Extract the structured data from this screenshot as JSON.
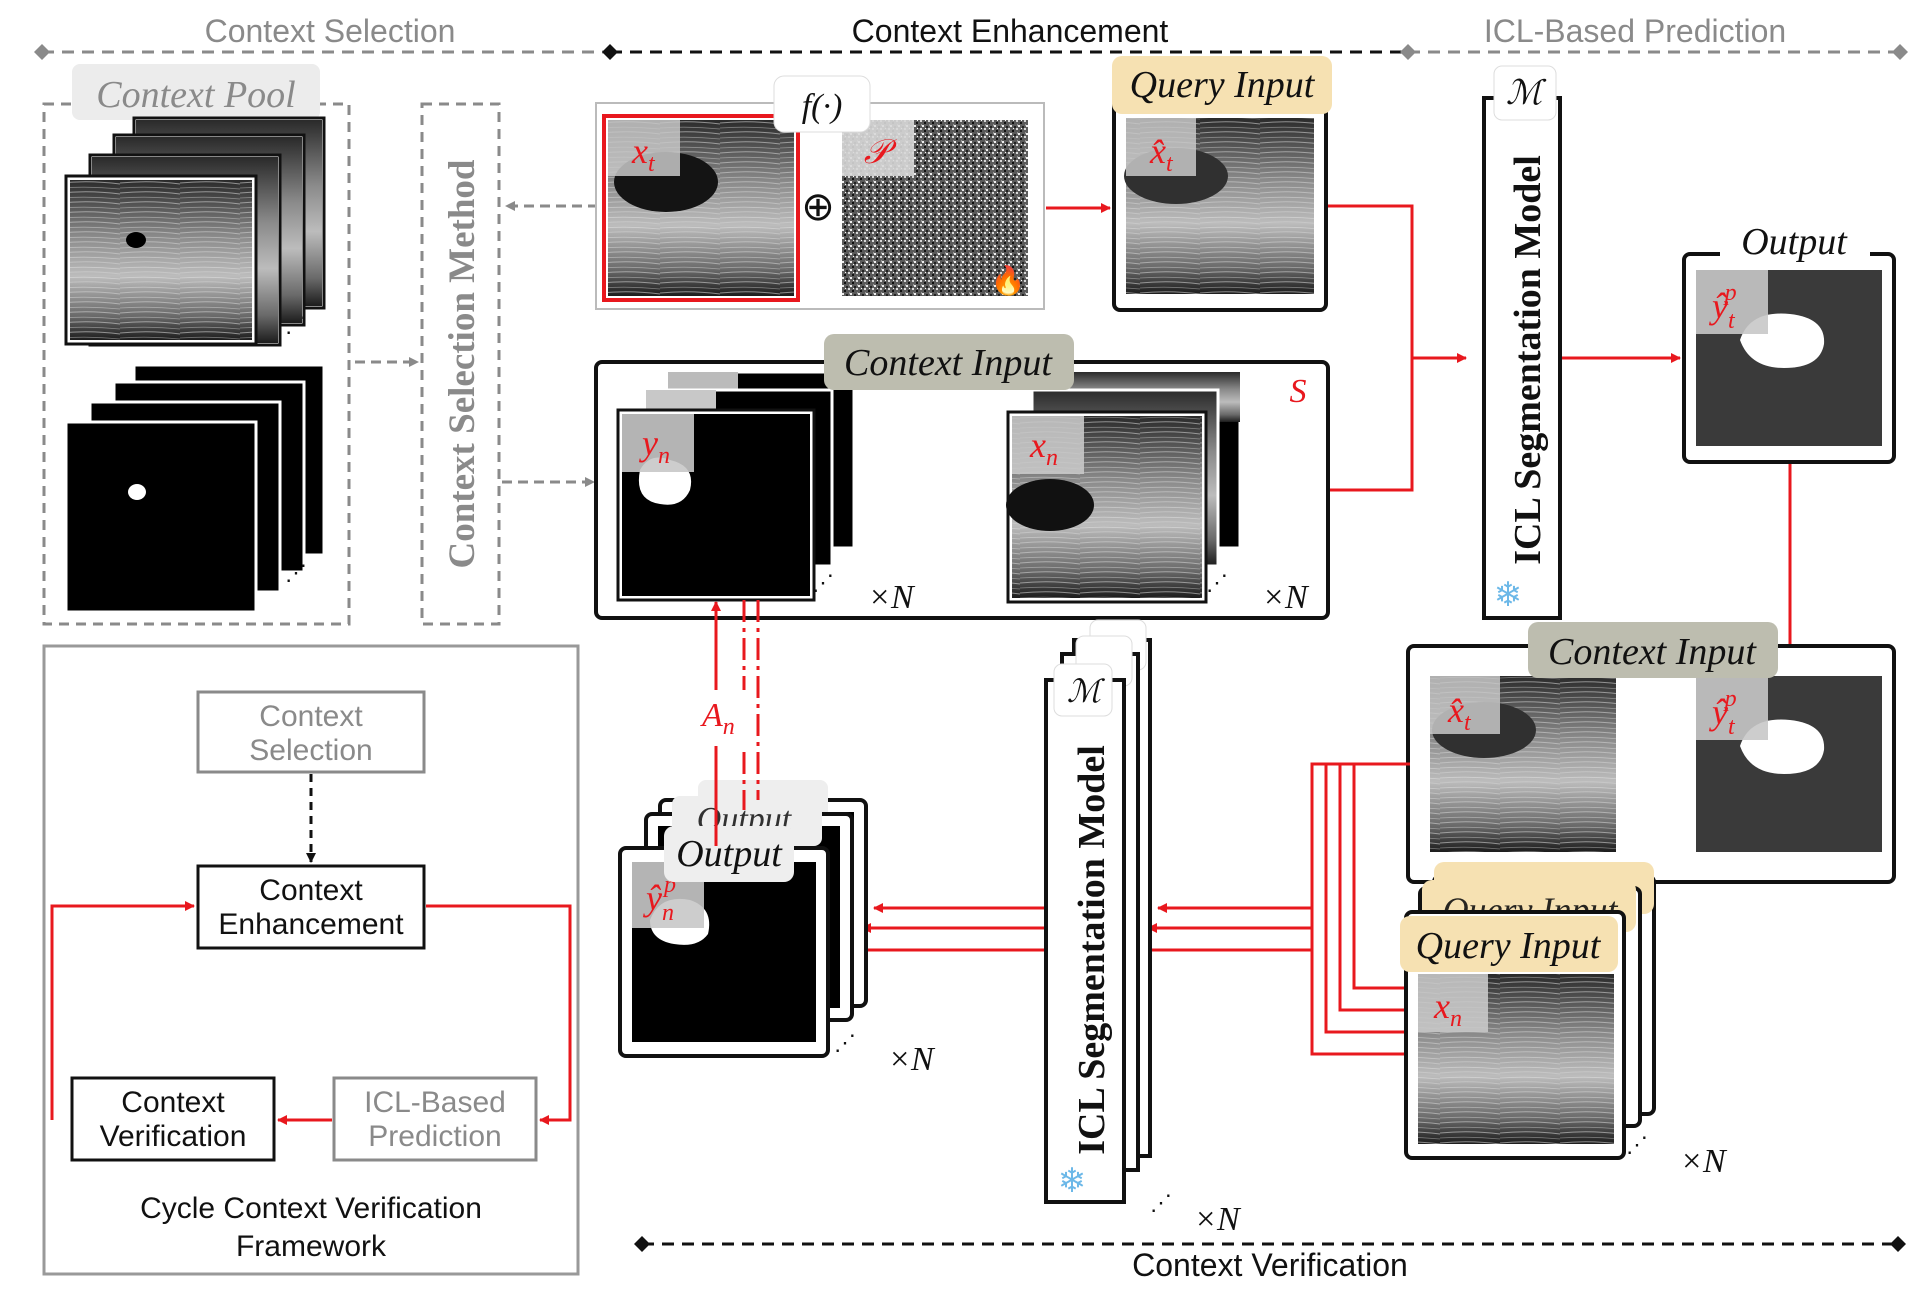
{
  "stages": {
    "selection": "Context Selection",
    "enhancement": "Context Enhancement",
    "prediction": "ICL-Based Prediction",
    "verification": "Context Verification"
  },
  "left_panel": {
    "pool_title": "Context Pool",
    "selection_method": "Context Selection Method"
  },
  "enhance": {
    "func": "f(·)",
    "xt": "x",
    "xt_sub": "t",
    "perturb": "𝒫",
    "oplus": "⊕",
    "query_title": "Query Input",
    "xhat": "x̂",
    "xhat_sub": "t"
  },
  "context": {
    "title": "Context Input",
    "s_label": "S",
    "yn": "y",
    "yn_sub": "n",
    "xn": "x",
    "xn_sub": "n",
    "times_n": "×N"
  },
  "model": {
    "m_label": "ℳ",
    "name": "ICL Segmentation Model",
    "snow": "❄"
  },
  "output": {
    "title": "Output",
    "ytp": "ŷ",
    "ytp_sub": "t",
    "ytp_sup": "p"
  },
  "verify": {
    "context_title": "Context Input",
    "query_title": "Query Input",
    "an_label": "A",
    "an_sub": "n",
    "output_title": "Output",
    "ynp": "ŷ",
    "ynp_sub": "n",
    "ynp_sup": "p",
    "times_n": "×N"
  },
  "cycle": {
    "selection": [
      "Context",
      "Selection"
    ],
    "enhancement": [
      "Context",
      "Enhancement"
    ],
    "prediction": [
      "ICL-Based",
      "Prediction"
    ],
    "verification": [
      "Context",
      "Verification"
    ],
    "caption": [
      "Cycle Context Verification",
      "Framework"
    ]
  },
  "colors": {
    "accent_red": "#e8181e",
    "gray_text": "#8a8a8a",
    "query_tag": "#f6e1b2",
    "context_tag": "#bdbdaf"
  }
}
